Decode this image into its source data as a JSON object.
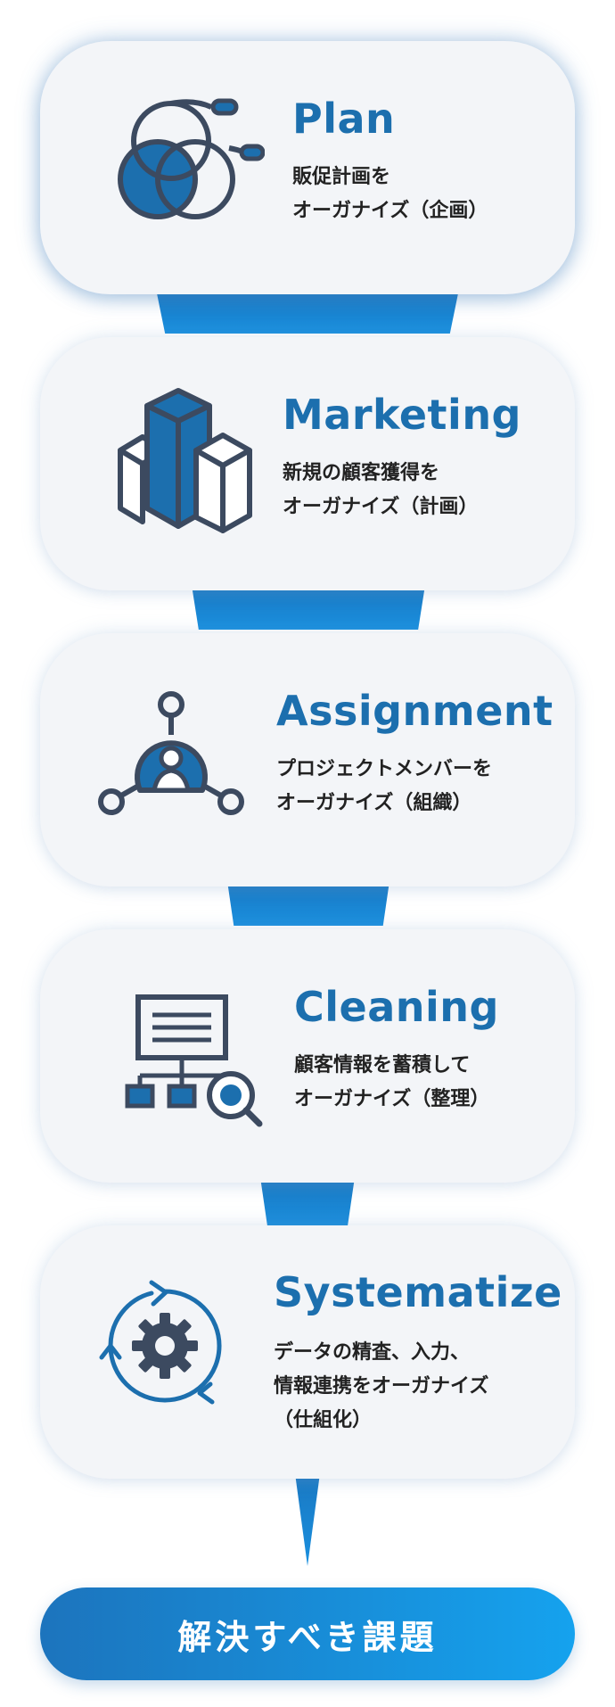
{
  "colors": {
    "accent_blue": "#1c6fae",
    "connector_blue": "#1a86d2",
    "icon_dark": "#3c4a60",
    "card_bg": "#f3f5f8"
  },
  "steps": [
    {
      "title": "Plan",
      "desc": [
        "販促計画を",
        "オーガナイズ（企画）"
      ],
      "icon": "venn-diagram-icon"
    },
    {
      "title": "Marketing",
      "desc": [
        "新規の顧客獲得を",
        "オーガナイズ（計画）"
      ],
      "icon": "3d-bar-chart-icon"
    },
    {
      "title": "Assignment",
      "desc": [
        "プロジェクトメンバーを",
        "オーガナイズ（組織）"
      ],
      "icon": "team-network-icon"
    },
    {
      "title": "Cleaning",
      "desc": [
        "顧客情報を蓄積して",
        "オーガナイズ（整理）"
      ],
      "icon": "org-chart-search-icon"
    },
    {
      "title": "Systematize",
      "desc": [
        "データの精査、入力、",
        "情報連携をオーガナイズ",
        "（仕組化）"
      ],
      "icon": "gear-cycle-icon"
    }
  ],
  "cta": {
    "label": "解決すべき課題"
  }
}
